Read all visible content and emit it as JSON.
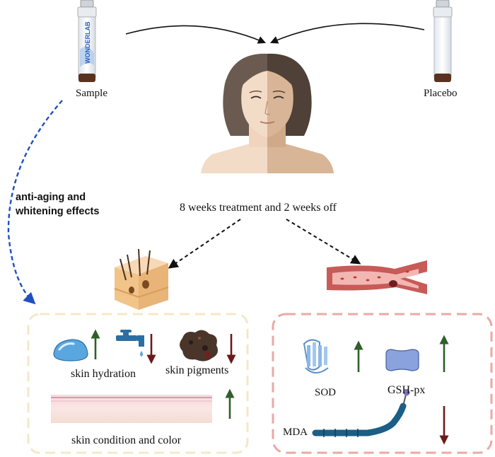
{
  "labels": {
    "sample": "Sample",
    "placebo": "Placebo",
    "vial_brand": "WONDERLAB",
    "effects_line1": "anti-aging and",
    "effects_line2": "whitening effects",
    "treatment": "8 weeks treatment and 2 weeks off",
    "skin_hydration": "skin hydration",
    "skin_pigments": "skin pigments",
    "skin_condition": "skin condition and color",
    "sod": "SOD",
    "gsh_px": "GSH-px",
    "mda": "MDA"
  },
  "colors": {
    "up_arrow": "#2f5f2a",
    "down_arrow": "#6b1a1a",
    "dashed_blue": "#1f4fc0",
    "left_box_border": "#f3e8c8",
    "right_box_border": "#e9a9a6",
    "skin_light": "#f3dcc7",
    "skin_dark": "#d8b596",
    "hair_light": "#6a5a50",
    "hair_dark": "#4f4038",
    "vessel": "#c85a58"
  },
  "indicators": [
    {
      "item": "skin hydration",
      "direction": "up"
    },
    {
      "item": "water loss",
      "direction": "down"
    },
    {
      "item": "skin pigments",
      "direction": "down"
    },
    {
      "item": "skin condition and color",
      "direction": "up"
    },
    {
      "item": "SOD",
      "direction": "up"
    },
    {
      "item": "GSH-px",
      "direction": "up"
    },
    {
      "item": "MDA",
      "direction": "down"
    }
  ]
}
